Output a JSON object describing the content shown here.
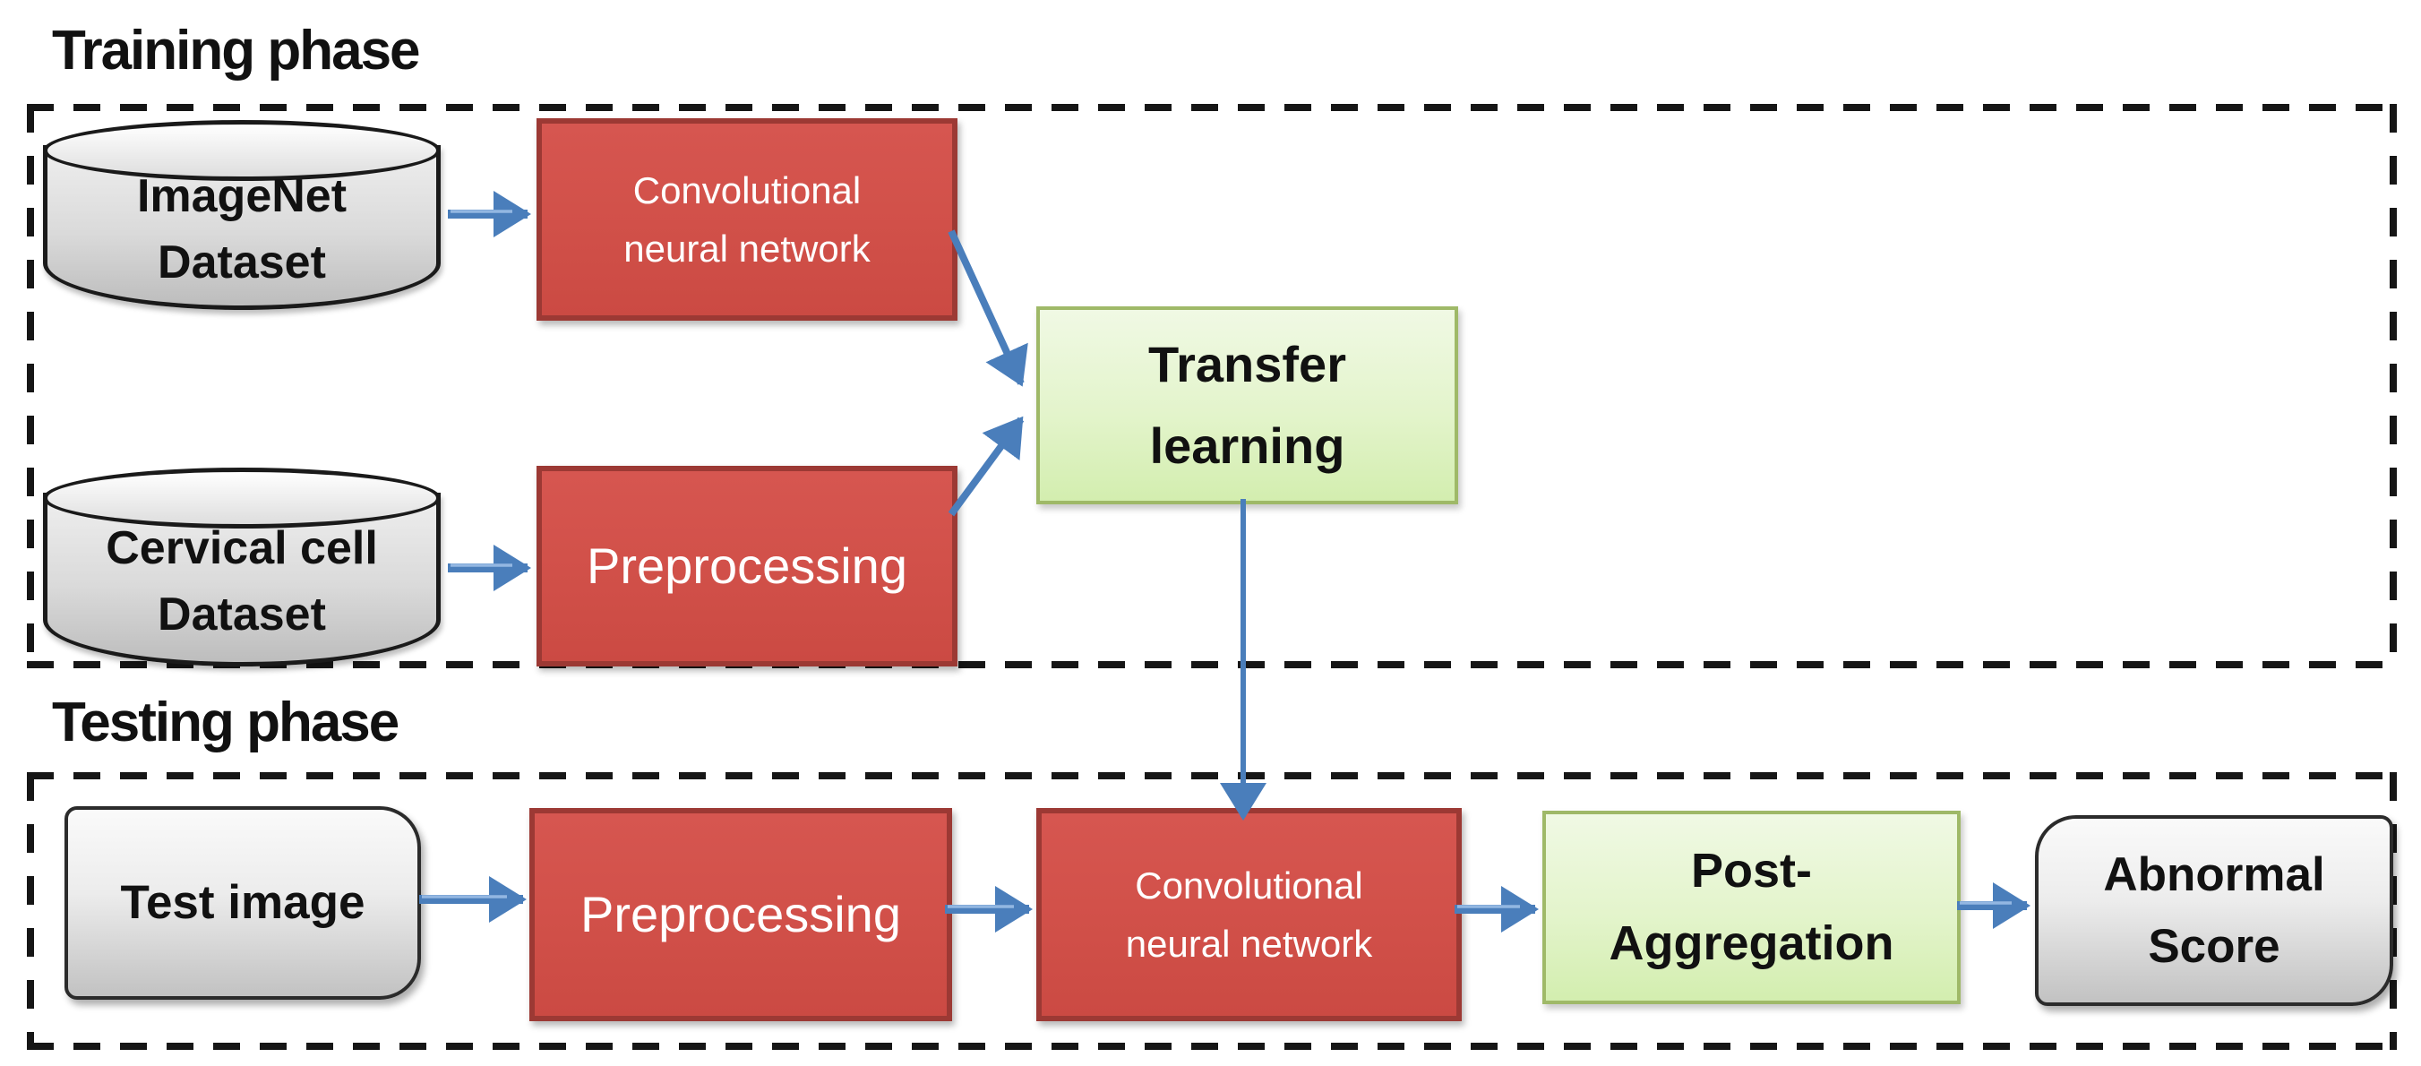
{
  "colors": {
    "red_fill": "#d2514a",
    "red_border": "#9c3934",
    "green_fill_bottom": "#d3eeaf",
    "green_border": "#9fb968",
    "gray_top": "#fafafa",
    "gray_bottom": "#c2c2c2",
    "shape_outline": "#1a1a1a",
    "arrow_blue": "#4a7ebb",
    "arrow_highlight": "#93b7e2",
    "dash_color": "#161616",
    "title_color": "#111111",
    "text_on_red": "#ffffff",
    "text_dark": "#111111"
  },
  "training_phase": {
    "title": "Training phase",
    "nodes": {
      "imagenet_dataset": {
        "shape": "cylinder",
        "label": "ImageNet\nDataset"
      },
      "cnn": {
        "shape": "process",
        "label": "Convolutional\nneural network"
      },
      "cervical_dataset": {
        "shape": "cylinder",
        "label": "Cervical cell\nDataset"
      },
      "preprocessing": {
        "shape": "process",
        "label": "Preprocessing"
      },
      "transfer_learning": {
        "shape": "result",
        "label": "Transfer\nlearning"
      }
    }
  },
  "testing_phase": {
    "title": "Testing phase",
    "nodes": {
      "test_image": {
        "shape": "rounded",
        "label": "Test image"
      },
      "preprocessing": {
        "shape": "process",
        "label": "Preprocessing"
      },
      "cnn": {
        "shape": "process",
        "label": "Convolutional\nneural network"
      },
      "post_aggregation": {
        "shape": "result",
        "label": "Post-\nAggregation"
      },
      "abnormal_score": {
        "shape": "rounded",
        "label": "Abnormal\nScore"
      }
    }
  },
  "edges": [
    {
      "from": "training.imagenet_dataset",
      "to": "training.cnn"
    },
    {
      "from": "training.cervical_dataset",
      "to": "training.preprocessing"
    },
    {
      "from": "training.cnn",
      "to": "training.transfer_learning"
    },
    {
      "from": "training.preprocessing",
      "to": "training.transfer_learning"
    },
    {
      "from": "training.transfer_learning",
      "to": "testing.cnn"
    },
    {
      "from": "testing.test_image",
      "to": "testing.preprocessing"
    },
    {
      "from": "testing.preprocessing",
      "to": "testing.cnn"
    },
    {
      "from": "testing.cnn",
      "to": "testing.post_aggregation"
    },
    {
      "from": "testing.post_aggregation",
      "to": "testing.abnormal_score"
    }
  ]
}
